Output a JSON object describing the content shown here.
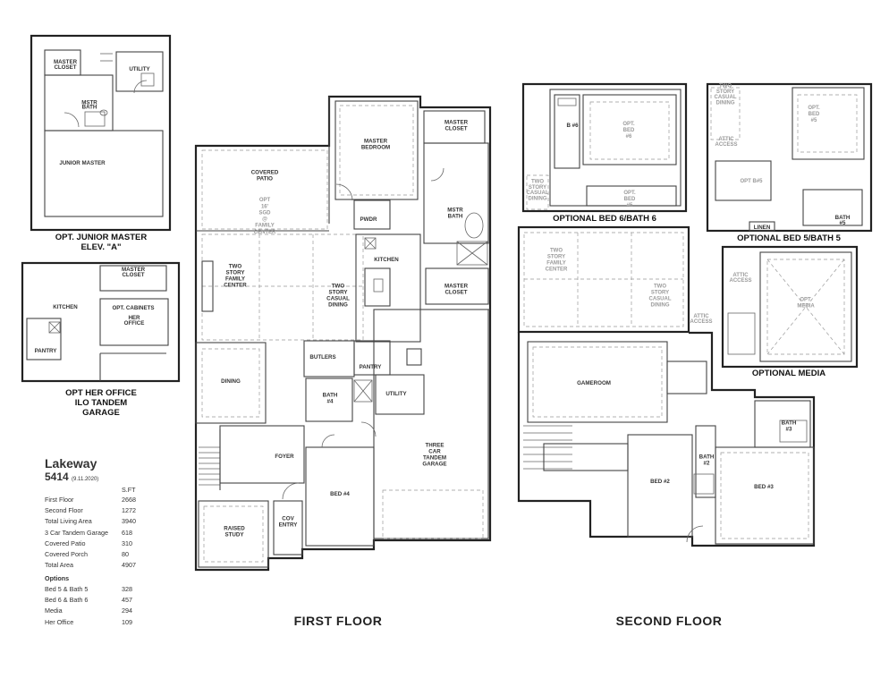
{
  "rooms": {
    "jm_master_closet": "MASTER CLOSET",
    "jm_utility": "UTILITY",
    "jm_mstr_bath": "MSTR BATH",
    "jm_junior_master": "JUNIOR MASTER",
    "ho_master_closet": "MASTER CLOSET",
    "ho_kitchen": "KITCHEN",
    "ho_opt_cabinets": "OPT. CABINETS",
    "ho_her_office": "HER OFFICE",
    "ho_pantry": "PANTRY",
    "covered_patio": "COVERED PATIO",
    "master_bedroom": "MASTER BEDROOM",
    "master_closet_top": "MASTER CLOSET",
    "opt_sgd": "OPT 16' SGD @ FAMILY CENTER",
    "pwdr": "PWDR",
    "mstr_bath": "MSTR BATH",
    "kitchen": "KITCHEN",
    "two_story_family_center": "TWO STORY FAMILY CENTER",
    "two_story_casual_dining": "TWO STORY CASUAL DINING",
    "master_closet_bottom": "MASTER CLOSET",
    "butlers": "BUTLERS",
    "pantry": "PANTRY",
    "dining": "DINING",
    "bath4": "BATH #4",
    "utility": "UTILITY",
    "foyer": "FOYER",
    "garage": "THREE CAR TANDEM GARAGE",
    "bed4": "BED #4",
    "raised_study": "RAISED STUDY",
    "cov_entry": "COV ENTRY",
    "b6_opt_bed6": "OPT. BED #6",
    "b6_opt_bed5": "OPT. BED #5",
    "b6_b6": "B #6",
    "b6_two_story": "TWO STORY CASUAL DINING",
    "b5_two_story": "TWO STORY CASUAL DINING",
    "b5_opt_bed5": "OPT. BED #5",
    "b5_attic": "ATTIC ACCESS",
    "b5_opt_bath": "OPT B#5",
    "b5_linen": "LINEN",
    "b5_bath5": "BATH #5",
    "sf_family": "TWO STORY FAMILY CENTER",
    "sf_dining": "TWO STORY CASUAL DINING",
    "sf_attic": "ATTIC ACCESS",
    "gameroom": "GAMEROOM",
    "bed2": "BED #2",
    "bath2": "BATH #2",
    "bed3": "BED #3",
    "bath3": "BATH #3",
    "media_attic": "ATTIC ACCESS",
    "opt_media": "OPT. MEDIA"
  },
  "captions": {
    "junior_master_1": "OPT. JUNIOR MASTER",
    "junior_master_2": "ELEV. \"A\"",
    "her_office_1": "OPT HER OFFICE",
    "her_office_2": "ILO TANDEM",
    "her_office_3": "GARAGE",
    "bed6": "OPTIONAL BED 6/BATH 6",
    "bed5": "OPTIONAL BED 5/BATH 5",
    "media": "OPTIONAL MEDIA",
    "first_floor": "FIRST FLOOR",
    "second_floor": "SECOND FLOOR"
  },
  "legend": {
    "title": "Lakeway",
    "plan_number": "5414",
    "plan_date": "(9.11.2020)",
    "sqft_header": "S.FT",
    "rows": [
      {
        "label": "First Floor",
        "value": "2668"
      },
      {
        "label": "Second Floor",
        "value": "1272"
      },
      {
        "label": "Total Living Area",
        "value": "3940"
      },
      {
        "label": "3 Car Tandem Garage",
        "value": "618"
      },
      {
        "label": "Covered Patio",
        "value": "310"
      },
      {
        "label": "Covered Porch",
        "value": "80"
      },
      {
        "label": "Total Area",
        "value": "4907"
      }
    ],
    "options_header": "Options",
    "options": [
      {
        "label": "Bed 5 & Bath 5",
        "value": "328"
      },
      {
        "label": "Bed 6 & Bath 6",
        "value": "457"
      },
      {
        "label": "Media",
        "value": "294"
      },
      {
        "label": "Her Office",
        "value": "109"
      }
    ]
  }
}
